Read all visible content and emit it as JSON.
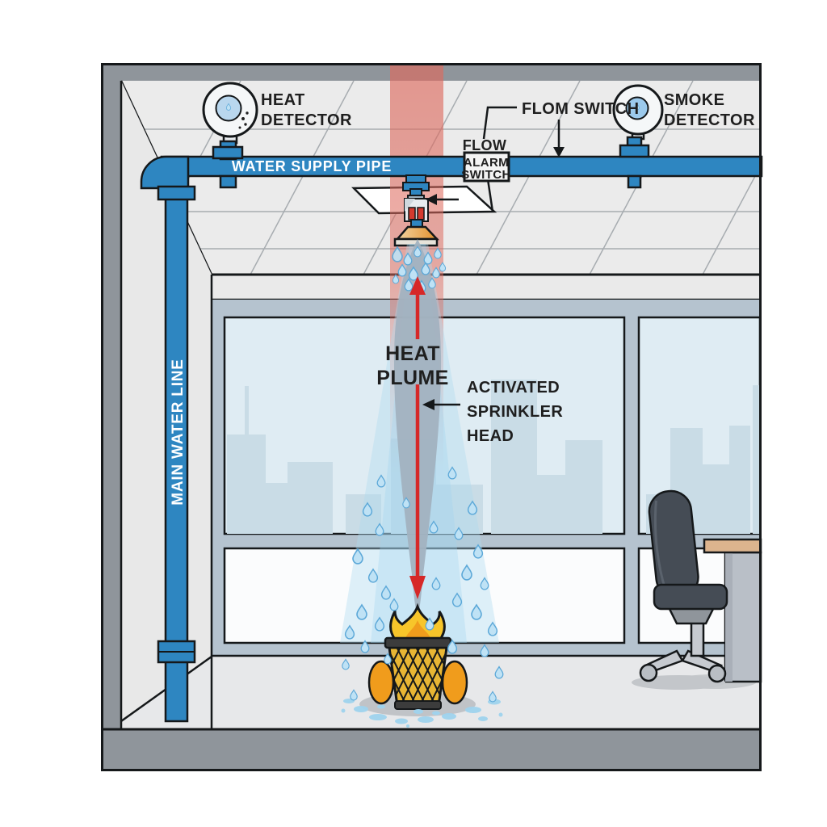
{
  "diagram": {
    "title": "fire sprinkler system cutaway illustration",
    "scene": "office room cross-section: activated ceiling sprinkler spraying water onto a burning waste basket; heat plume rises from fire to sprinkler",
    "labels": {
      "heat_detector_line1": "HEAT",
      "heat_detector_line2": "DETECTOR",
      "smoke_detector_line1": "SMOKE",
      "smoke_detector_line2": "DETECTOR",
      "flow_switch_callout": "FLOM SWITCH",
      "flow_word": "FLOW",
      "alarm_switch_line1": "ALARM",
      "alarm_switch_line2": "SWITCH",
      "water_supply_pipe": "WATER SUPPLY PIPE",
      "main_water_line": "MAIN WATER LINE",
      "heat_plume_line1": "HEAT",
      "heat_plume_line2": "PLUME",
      "activated_line1": "ACTIVATED",
      "activated_line2": "SPRINKLER",
      "activated_line3": "HEAD"
    },
    "colors": {
      "pipe_blue": "#2e86c1",
      "heat_column_red": "#dd6a5e",
      "arrow_red": "#d62828",
      "spray_blue": "#aed9ef",
      "plume_gray": "#a2b2c0",
      "flame_yellow": "#f7c52a",
      "flame_orange": "#f09c1c",
      "basket_gold": "#e8b634",
      "frame_gray": "#8f959b",
      "window_frame": "#b5c3cf",
      "window_glass": "#dfecf3",
      "skyline_blue": "#c9dce6",
      "ceiling": "#ebebeb",
      "floor": "#e7e8ea",
      "label_text": "#1f1f1f",
      "pipe_label_text": "#ffffff"
    },
    "components": [
      "heat detector",
      "smoke detector",
      "flow alarm switch",
      "water supply pipe",
      "main water line",
      "activated sprinkler head",
      "heat plume",
      "water spray",
      "fire in waste basket",
      "office chair",
      "desk",
      "windows with city skyline",
      "suspended ceiling grid"
    ]
  }
}
